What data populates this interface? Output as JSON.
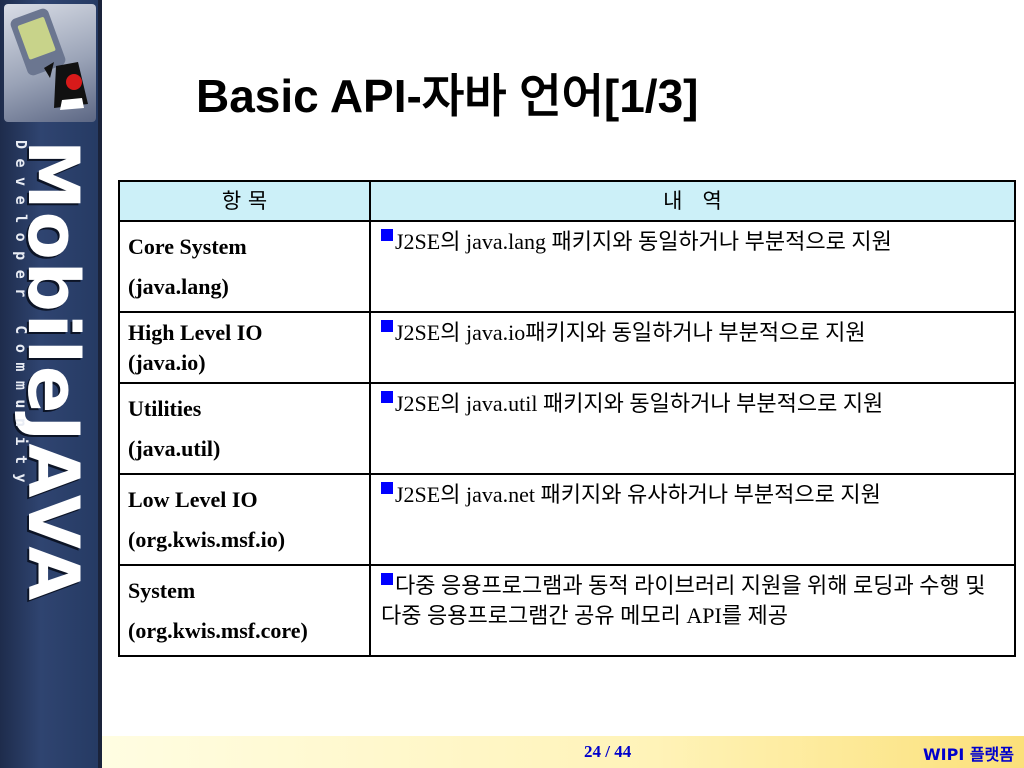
{
  "sidebar": {
    "title": "MobileJAVA",
    "subtitle": "Developer Community"
  },
  "slide": {
    "title": "Basic API-자바 언어[1/3]"
  },
  "table": {
    "headers": [
      "항 목",
      "내   역"
    ],
    "rows": [
      {
        "item_line1": "Core System",
        "item_line2": "(java.lang)",
        "desc": "J2SE의 java.lang 패키지와 동일하거나 부분적으로 지원"
      },
      {
        "item_line1": "High Level IO",
        "item_line2": "(java.io)",
        "desc": "J2SE의 java.io패키지와 동일하거나 부분적으로 지원"
      },
      {
        "item_line1": "Utilities",
        "item_line2": "(java.util)",
        "desc": "J2SE의 java.util 패키지와 동일하거나 부분적으로 지원"
      },
      {
        "item_line1": "Low Level IO",
        "item_line2": "(org.kwis.msf.io)",
        "desc": "J2SE의 java.net 패키지와 유사하거나 부분적으로 지원"
      },
      {
        "item_line1": "System",
        "item_line2": "(org.kwis.msf.core)",
        "desc": "다중 응용프로그램과 동적 라이브러리 지원을 위해 로딩과 수행 및 다중 응용프로그램간 공유 메모리 API를 제공"
      }
    ]
  },
  "footer": {
    "page": "24 / 44",
    "platform": "WIPI 플랫폼"
  },
  "colors": {
    "header_bg": "#ccf0f8",
    "bullet": "#0000ff",
    "footer_text": "#0000cc",
    "sidebar_bg": "#2f4470"
  }
}
